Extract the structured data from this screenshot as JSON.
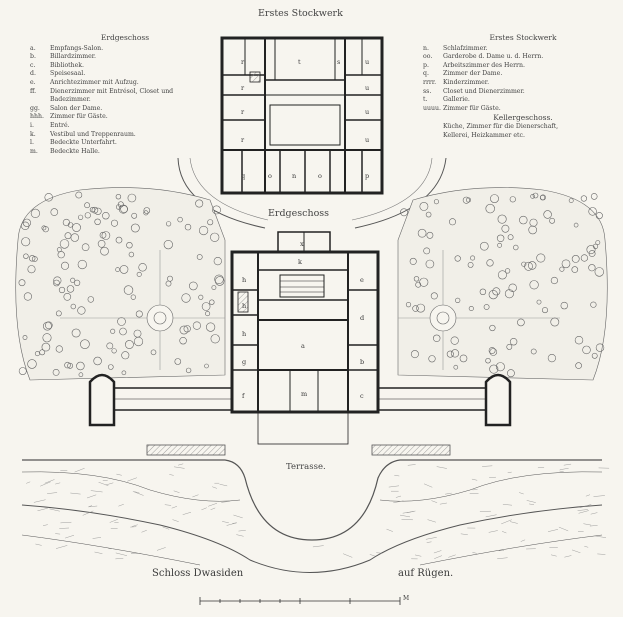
{
  "titles": {
    "upper_floor_plan": "Erstes Stockwerk",
    "ground_floor_plan": "Erdgeschoss",
    "terrace": "Terrasse.",
    "caption_left": "Schloss Dwasiden",
    "caption_right": "auf Rügen."
  },
  "legend_left": {
    "heading": "Erdgeschoss",
    "entries": [
      {
        "key": "a.",
        "text": "Empfangs-Salon."
      },
      {
        "key": "b.",
        "text": "Billardzimmer."
      },
      {
        "key": "c.",
        "text": "Bibliothek."
      },
      {
        "key": "d.",
        "text": "Speisesaal."
      },
      {
        "key": "e.",
        "text": "Anrichtezimmer mit Aufzug."
      },
      {
        "key": "ff.",
        "text": "Dienerzimmer mit Entrésol, Closet und"
      },
      {
        "key": "",
        "text": "Badezimmer."
      },
      {
        "key": "gg.",
        "text": "Salon der Dame."
      },
      {
        "key": "hhh.",
        "text": "Zimmer für Gäste."
      },
      {
        "key": "i.",
        "text": "Entré."
      },
      {
        "key": "k.",
        "text": "Vestibul und Treppenraum."
      },
      {
        "key": "l.",
        "text": "Bedeckte Unterfahrt."
      },
      {
        "key": "m.",
        "text": "Bedeckte Halle."
      }
    ]
  },
  "legend_right": {
    "heading": "Erstes Stockwerk",
    "entries": [
      {
        "key": "n.",
        "text": "Schlafzimmer."
      },
      {
        "key": "oo.",
        "text": "Garderobe d. Dame u. d. Herrn."
      },
      {
        "key": "p.",
        "text": "Arbeitszimmer des Herrn."
      },
      {
        "key": "q.",
        "text": "Zimmer der Dame."
      },
      {
        "key": "rrrr.",
        "text": "Kinderzimmer."
      },
      {
        "key": "ss.",
        "text": "Closet und Dienerzimmer."
      },
      {
        "key": "t.",
        "text": "Gallerie."
      },
      {
        "key": "uuuu.",
        "text": "Zimmer für Gäste."
      }
    ],
    "cellar_heading": "Kellergeschoss.",
    "cellar_lines": [
      "Küche, Zimmer für die Dienerschaft,",
      "Kellerei, Heizkammer etc."
    ]
  },
  "upper_room_labels": [
    "r",
    "t",
    "s",
    "u",
    "r",
    "u",
    "r",
    "u",
    "r",
    "u",
    "q",
    "o",
    "n",
    "o",
    "p"
  ],
  "ground_room_labels": [
    "x",
    "k",
    "h",
    "e",
    "h",
    "d",
    "h",
    "a",
    "b",
    "g",
    "m",
    "c",
    "f"
  ],
  "scale_label": "M"
}
